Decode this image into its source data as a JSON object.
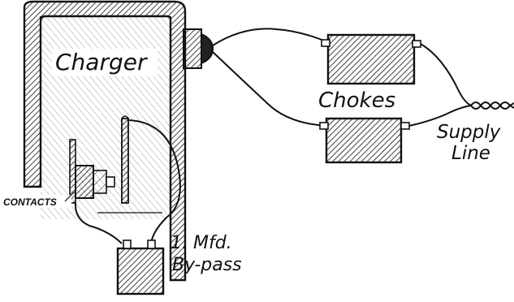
{
  "labels": {
    "charger": "Charger",
    "chokes": "Chokes",
    "supply_line_1": "Supply",
    "supply_line_2": "Line",
    "contacts": "CONTACTS",
    "capacitor_1": "1. Mfd.",
    "capacitor_2": "By-pass"
  },
  "colors": {
    "ink": "#111111",
    "paper": "#ffffff"
  }
}
